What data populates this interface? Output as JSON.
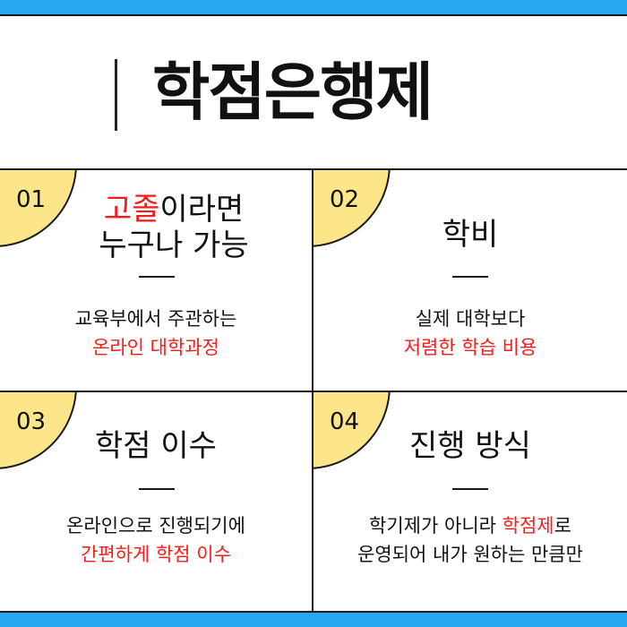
{
  "header": {
    "title": "학점은행제"
  },
  "accent_colors": {
    "bar": "#29a8f0",
    "badge": "#fde68a",
    "highlight": "#ff1a1a"
  },
  "cards": [
    {
      "number": "01",
      "heading_highlight": "고졸",
      "heading_rest": "이라면",
      "heading_line2": "누구나 가능",
      "desc_line1": "교육부에서 주관하는",
      "desc_line2_red": "온라인 대학과정"
    },
    {
      "number": "02",
      "heading": "학비",
      "desc_line1": "실제 대학보다",
      "desc_line2_red": "저렴한 학습 비용"
    },
    {
      "number": "03",
      "heading": "학점 이수",
      "desc_line1": "온라인으로 진행되기에",
      "desc_line2_red": "간편하게 학점 이수"
    },
    {
      "number": "04",
      "heading": "진행 방식",
      "desc_line1_pre": "학기제가 아니라 ",
      "desc_line1_red": "학점제",
      "desc_line1_post": "로",
      "desc_line2": "운영되어 내가 원하는 만큼만"
    }
  ]
}
